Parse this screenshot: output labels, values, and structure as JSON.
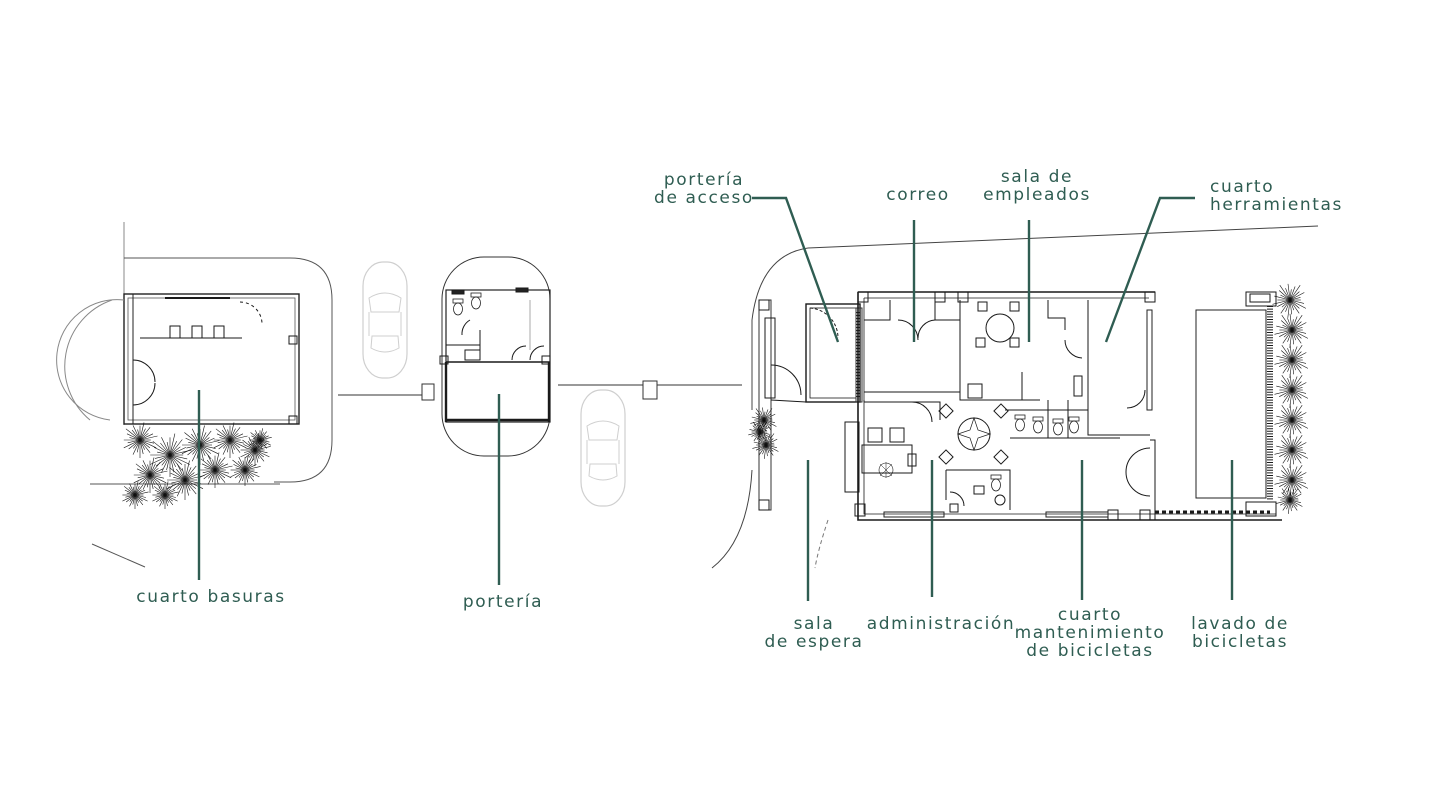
{
  "colors": {
    "label": "#2f5d52",
    "leader": "#2f5d52",
    "linework": "#1a1a1a",
    "car_outline": "#c8c8c8"
  },
  "labels": {
    "porteria_acceso": [
      "portería",
      "de acceso"
    ],
    "correo": [
      "correo"
    ],
    "sala_empleados": [
      "sala de",
      "empleados"
    ],
    "cuarto_herramientas": [
      "cuarto",
      "herramientas"
    ],
    "cuarto_basuras": [
      "cuarto basuras"
    ],
    "porteria": [
      "portería"
    ],
    "sala_espera": [
      "sala",
      "de espera"
    ],
    "administracion": [
      "administración"
    ],
    "cuarto_mantenimiento": [
      "cuarto",
      "mantenimiento",
      "de bicicletas"
    ],
    "lavado_bicicletas": [
      "lavado de",
      "bicicletas"
    ]
  }
}
